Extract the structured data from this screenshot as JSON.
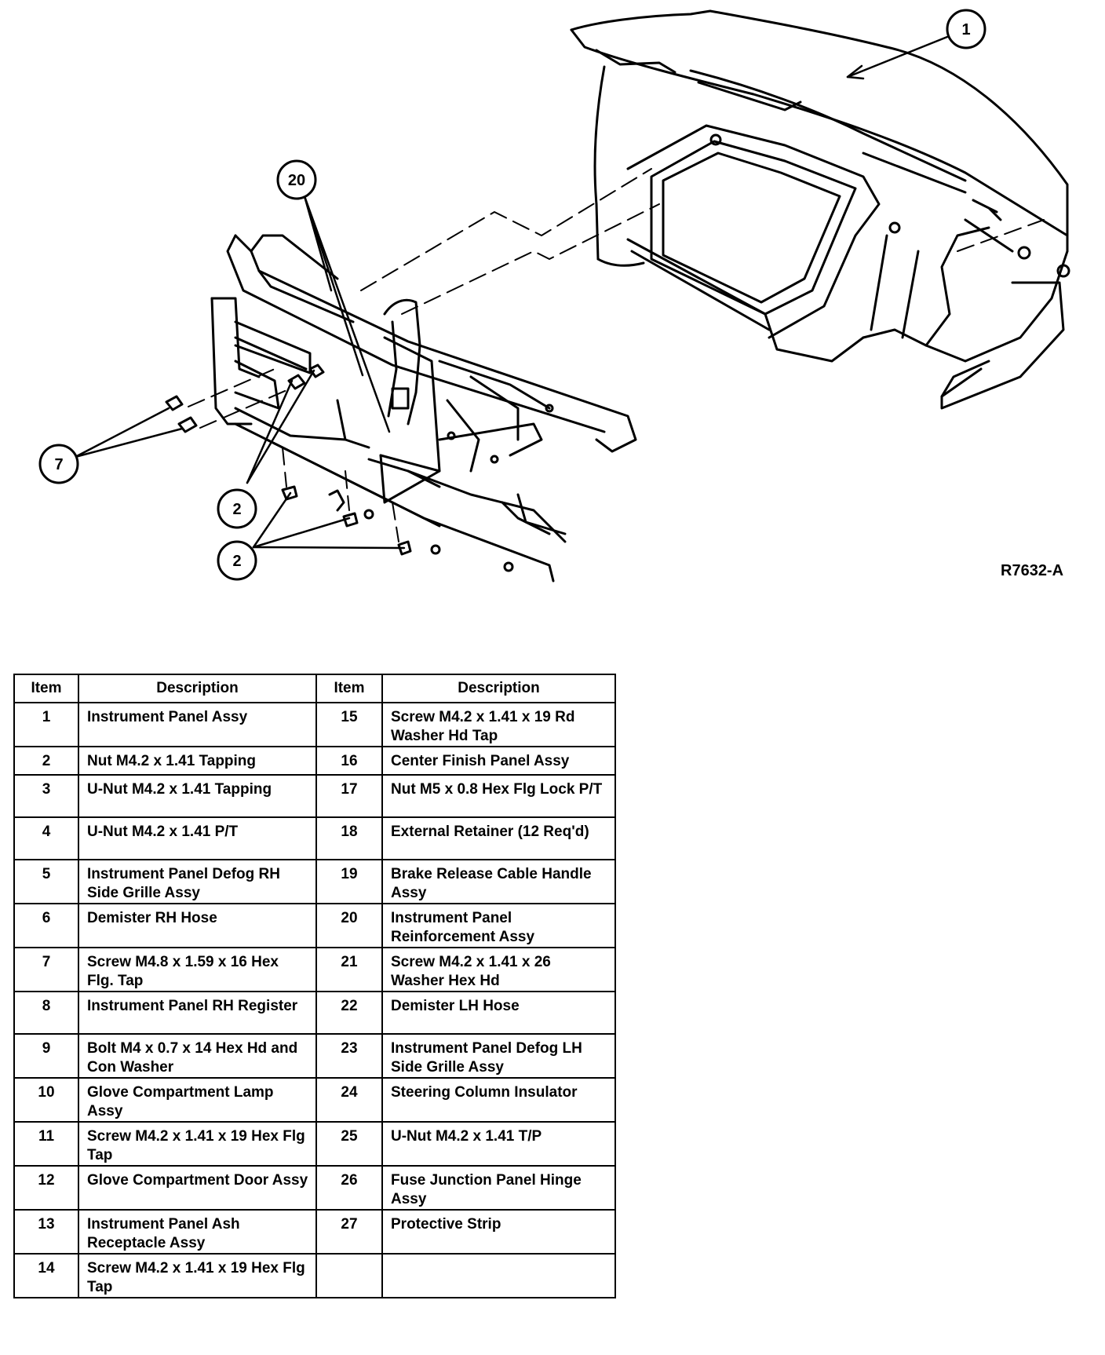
{
  "figure_id": "R7632-A",
  "callouts": [
    "1",
    "20",
    "7",
    "2",
    "2"
  ],
  "table": {
    "headers": [
      "Item",
      "Description",
      "Item",
      "Description"
    ],
    "rows": [
      {
        "item_a": "1",
        "desc_a": "Instrument Panel Assy",
        "item_b": "15",
        "desc_b": "Screw M4.2 x 1.41 x 19 Rd Washer Hd Tap"
      },
      {
        "item_a": "2",
        "desc_a": "Nut M4.2 x 1.41 Tapping",
        "item_b": "16",
        "desc_b": "Center Finish Panel Assy"
      },
      {
        "item_a": "3",
        "desc_a": "U-Nut M4.2 x 1.41 Tapping",
        "item_b": "17",
        "desc_b": "Nut M5 x 0.8 Hex Flg Lock P/T"
      },
      {
        "item_a": "4",
        "desc_a": "U-Nut M4.2 x 1.41 P/T",
        "item_b": "18",
        "desc_b": "External Retainer (12 Req'd)"
      },
      {
        "item_a": "5",
        "desc_a": "Instrument Panel Defog RH Side Grille Assy",
        "item_b": "19",
        "desc_b": "Brake Release Cable Handle Assy"
      },
      {
        "item_a": "6",
        "desc_a": "Demister RH Hose",
        "item_b": "20",
        "desc_b": "Instrument Panel Reinforcement Assy"
      },
      {
        "item_a": "7",
        "desc_a": "Screw M4.8 x 1.59 x 16 Hex Flg. Tap",
        "item_b": "21",
        "desc_b": "Screw M4.2 x 1.41 x 26 Washer Hex Hd"
      },
      {
        "item_a": "8",
        "desc_a": "Instrument Panel RH Register",
        "item_b": "22",
        "desc_b": "Demister LH Hose"
      },
      {
        "item_a": "9",
        "desc_a": "Bolt M4 x 0.7 x 14 Hex Hd and Con Washer",
        "item_b": "23",
        "desc_b": "Instrument Panel Defog LH Side Grille Assy"
      },
      {
        "item_a": "10",
        "desc_a": "Glove Compartment Lamp Assy",
        "item_b": "24",
        "desc_b": "Steering Column Insulator"
      },
      {
        "item_a": "11",
        "desc_a": "Screw M4.2 x 1.41 x 19 Hex Flg Tap",
        "item_b": "25",
        "desc_b": "U-Nut M4.2 x 1.41 T/P"
      },
      {
        "item_a": "12",
        "desc_a": "Glove Compartment Door Assy",
        "item_b": "26",
        "desc_b": "Fuse Junction Panel Hinge Assy"
      },
      {
        "item_a": "13",
        "desc_a": "Instrument Panel Ash Receptacle Assy",
        "item_b": "27",
        "desc_b": "Protective Strip"
      },
      {
        "item_a": "14",
        "desc_a": "Screw M4.2 x 1.41 x 19 Hex Flg Tap",
        "item_b": "",
        "desc_b": ""
      }
    ]
  }
}
